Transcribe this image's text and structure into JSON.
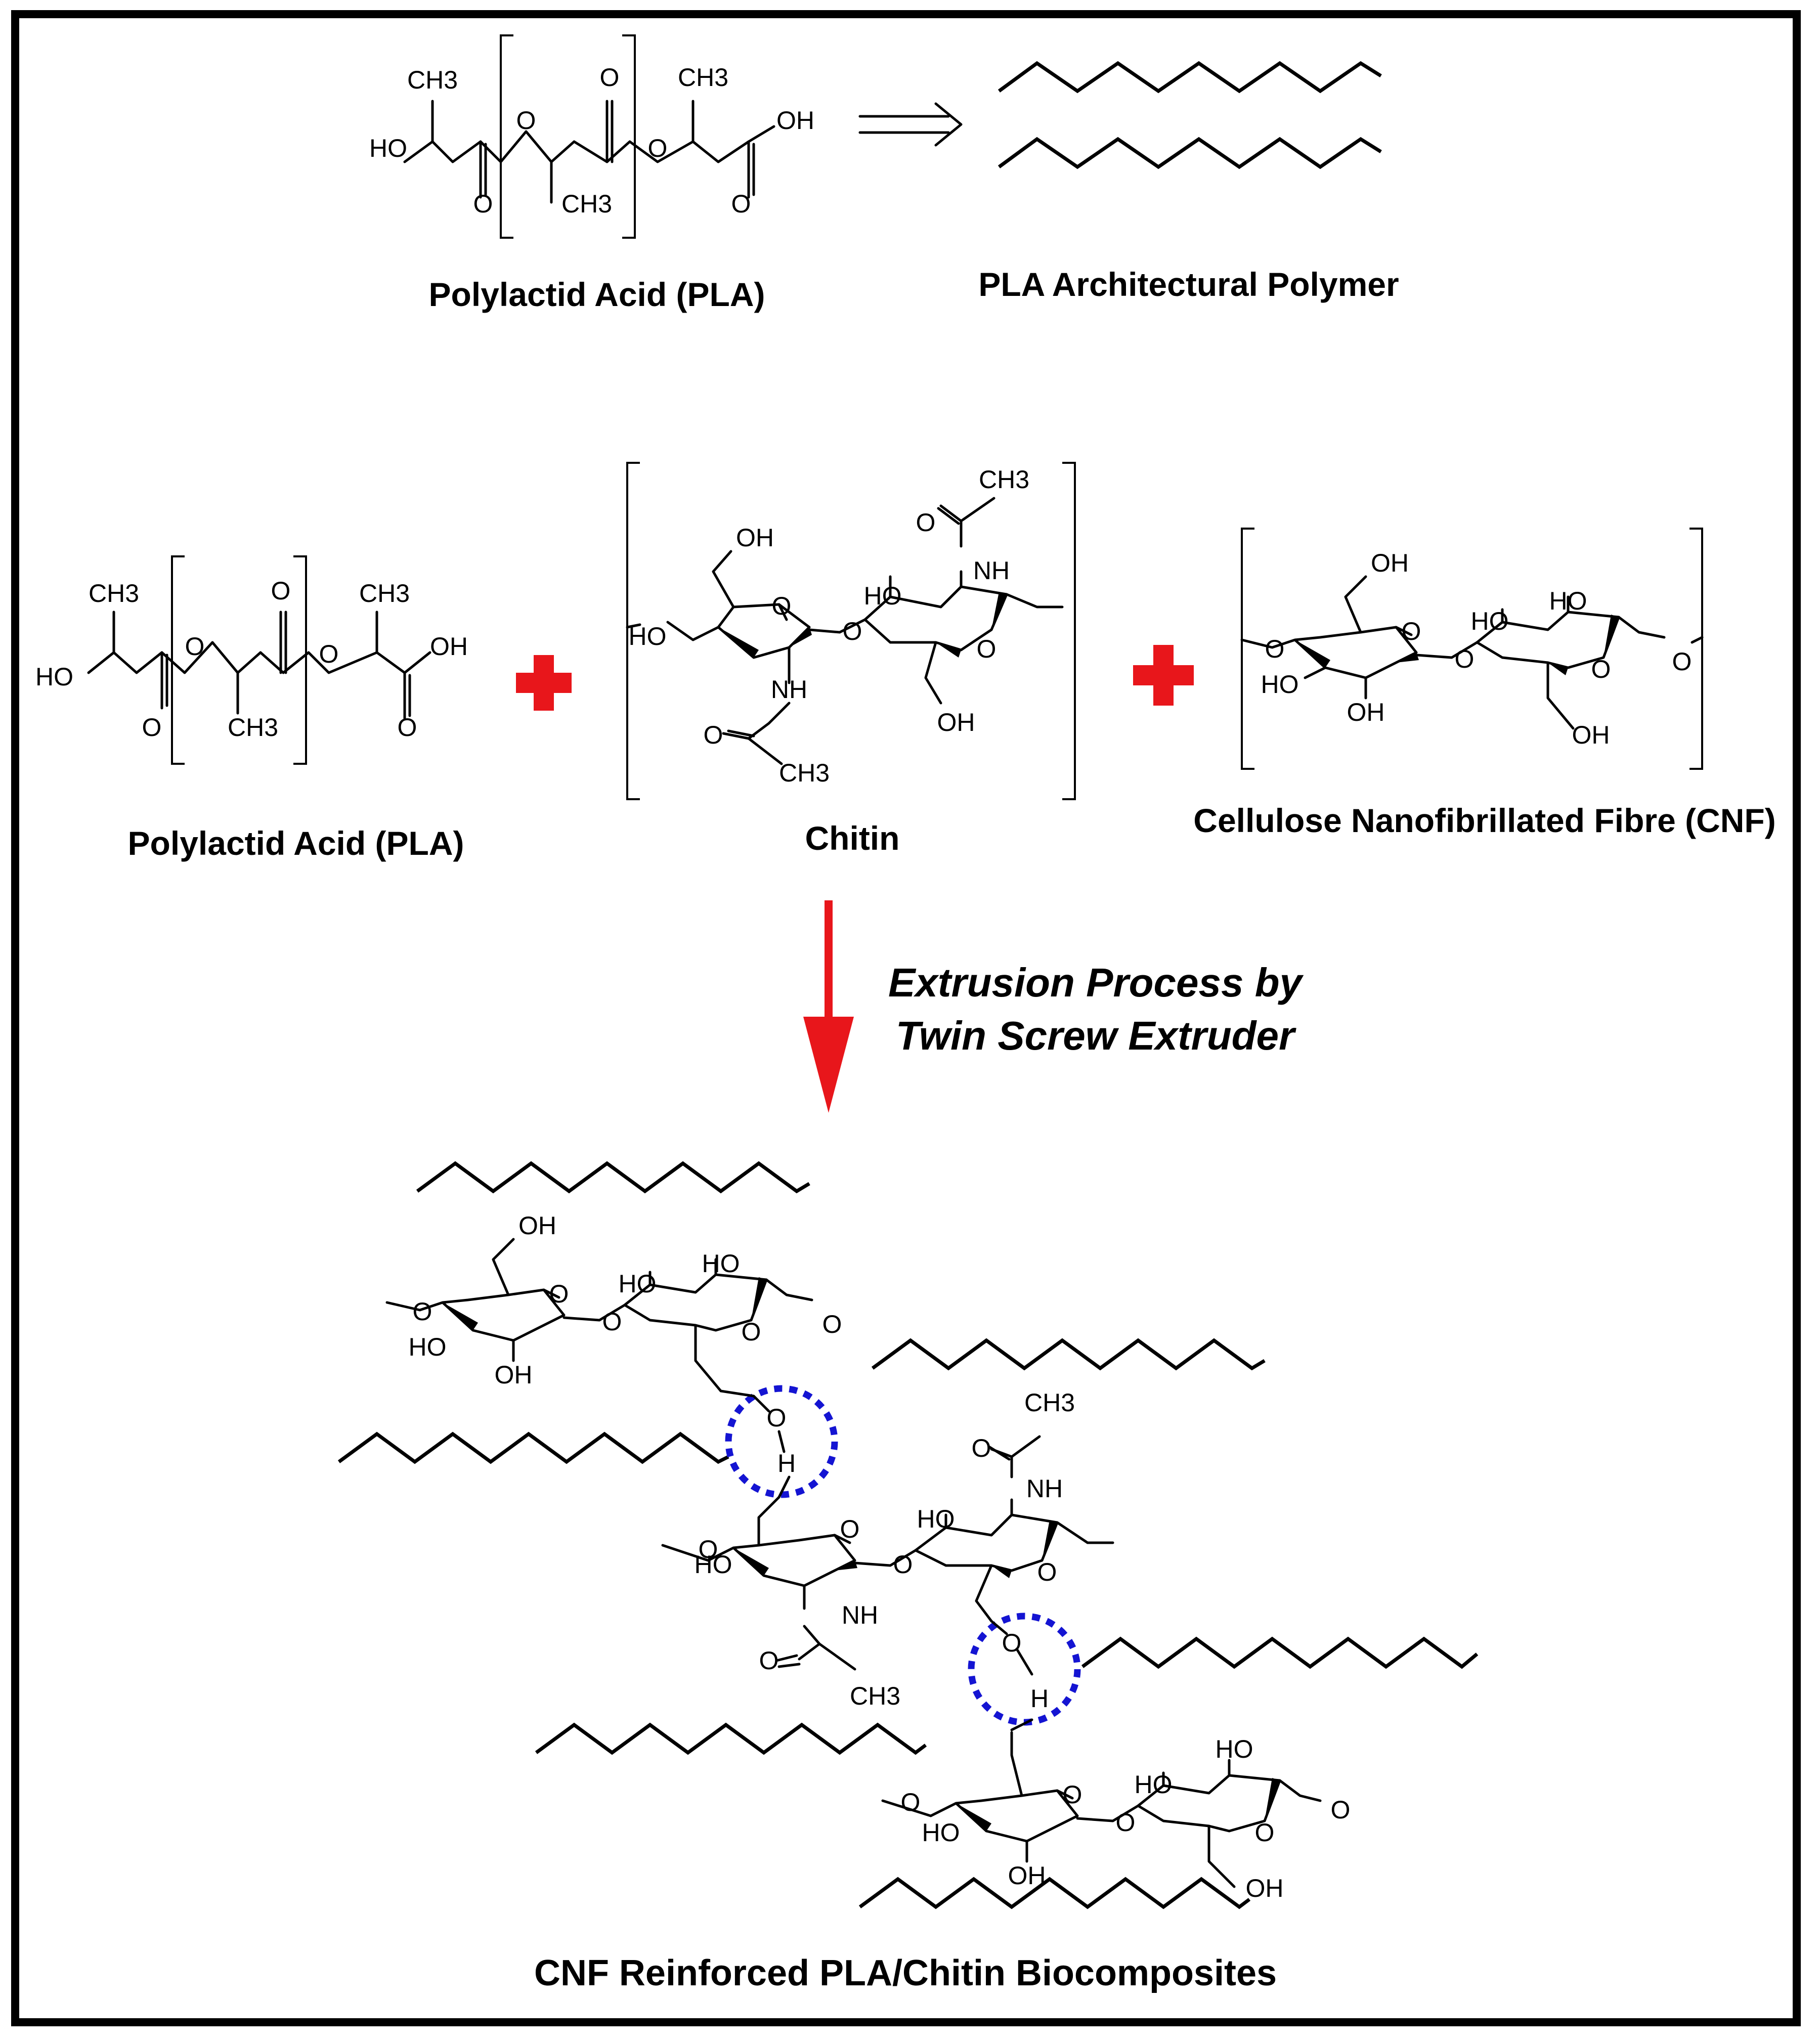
{
  "labels": {
    "pla_name_top": "Polylactid Acid (PLA)",
    "pla_arch": "PLA Architectural Polymer",
    "pla_name_mid": "Polylactid Acid (PLA)",
    "chitin": "Chitin",
    "cnf": "Cellulose Nanofibrillated Fibre (CNF)",
    "process_line1": "Extrusion Process by",
    "process_line2": "Twin Screw Extruder",
    "final": "CNF Reinforced PLA/Chitin Biocomposites"
  },
  "atoms": {
    "ch3": "CH3",
    "ho": "HO",
    "oh": "OH",
    "o": "O",
    "nh": "NH",
    "h": "H"
  },
  "colors": {
    "plus": "#e8161b",
    "arrow": "#e8161b",
    "hbond": "#1414d2",
    "border": "#000000"
  },
  "icons": {
    "plus1": "red-plus-icon",
    "plus2": "red-plus-icon",
    "reaction_arrow": "down-arrow-icon",
    "implies_arrow": "double-arrow-icon"
  }
}
